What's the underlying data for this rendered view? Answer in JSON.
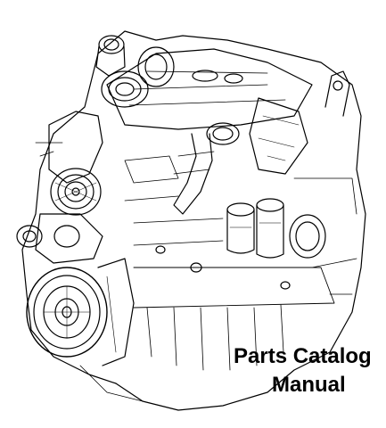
{
  "caption": {
    "line1": "Parts Catalog",
    "line2": "Manual"
  },
  "illustration": {
    "subject": "diesel-engine-line-drawing",
    "stroke_color": "#000000",
    "background_color": "#ffffff"
  }
}
